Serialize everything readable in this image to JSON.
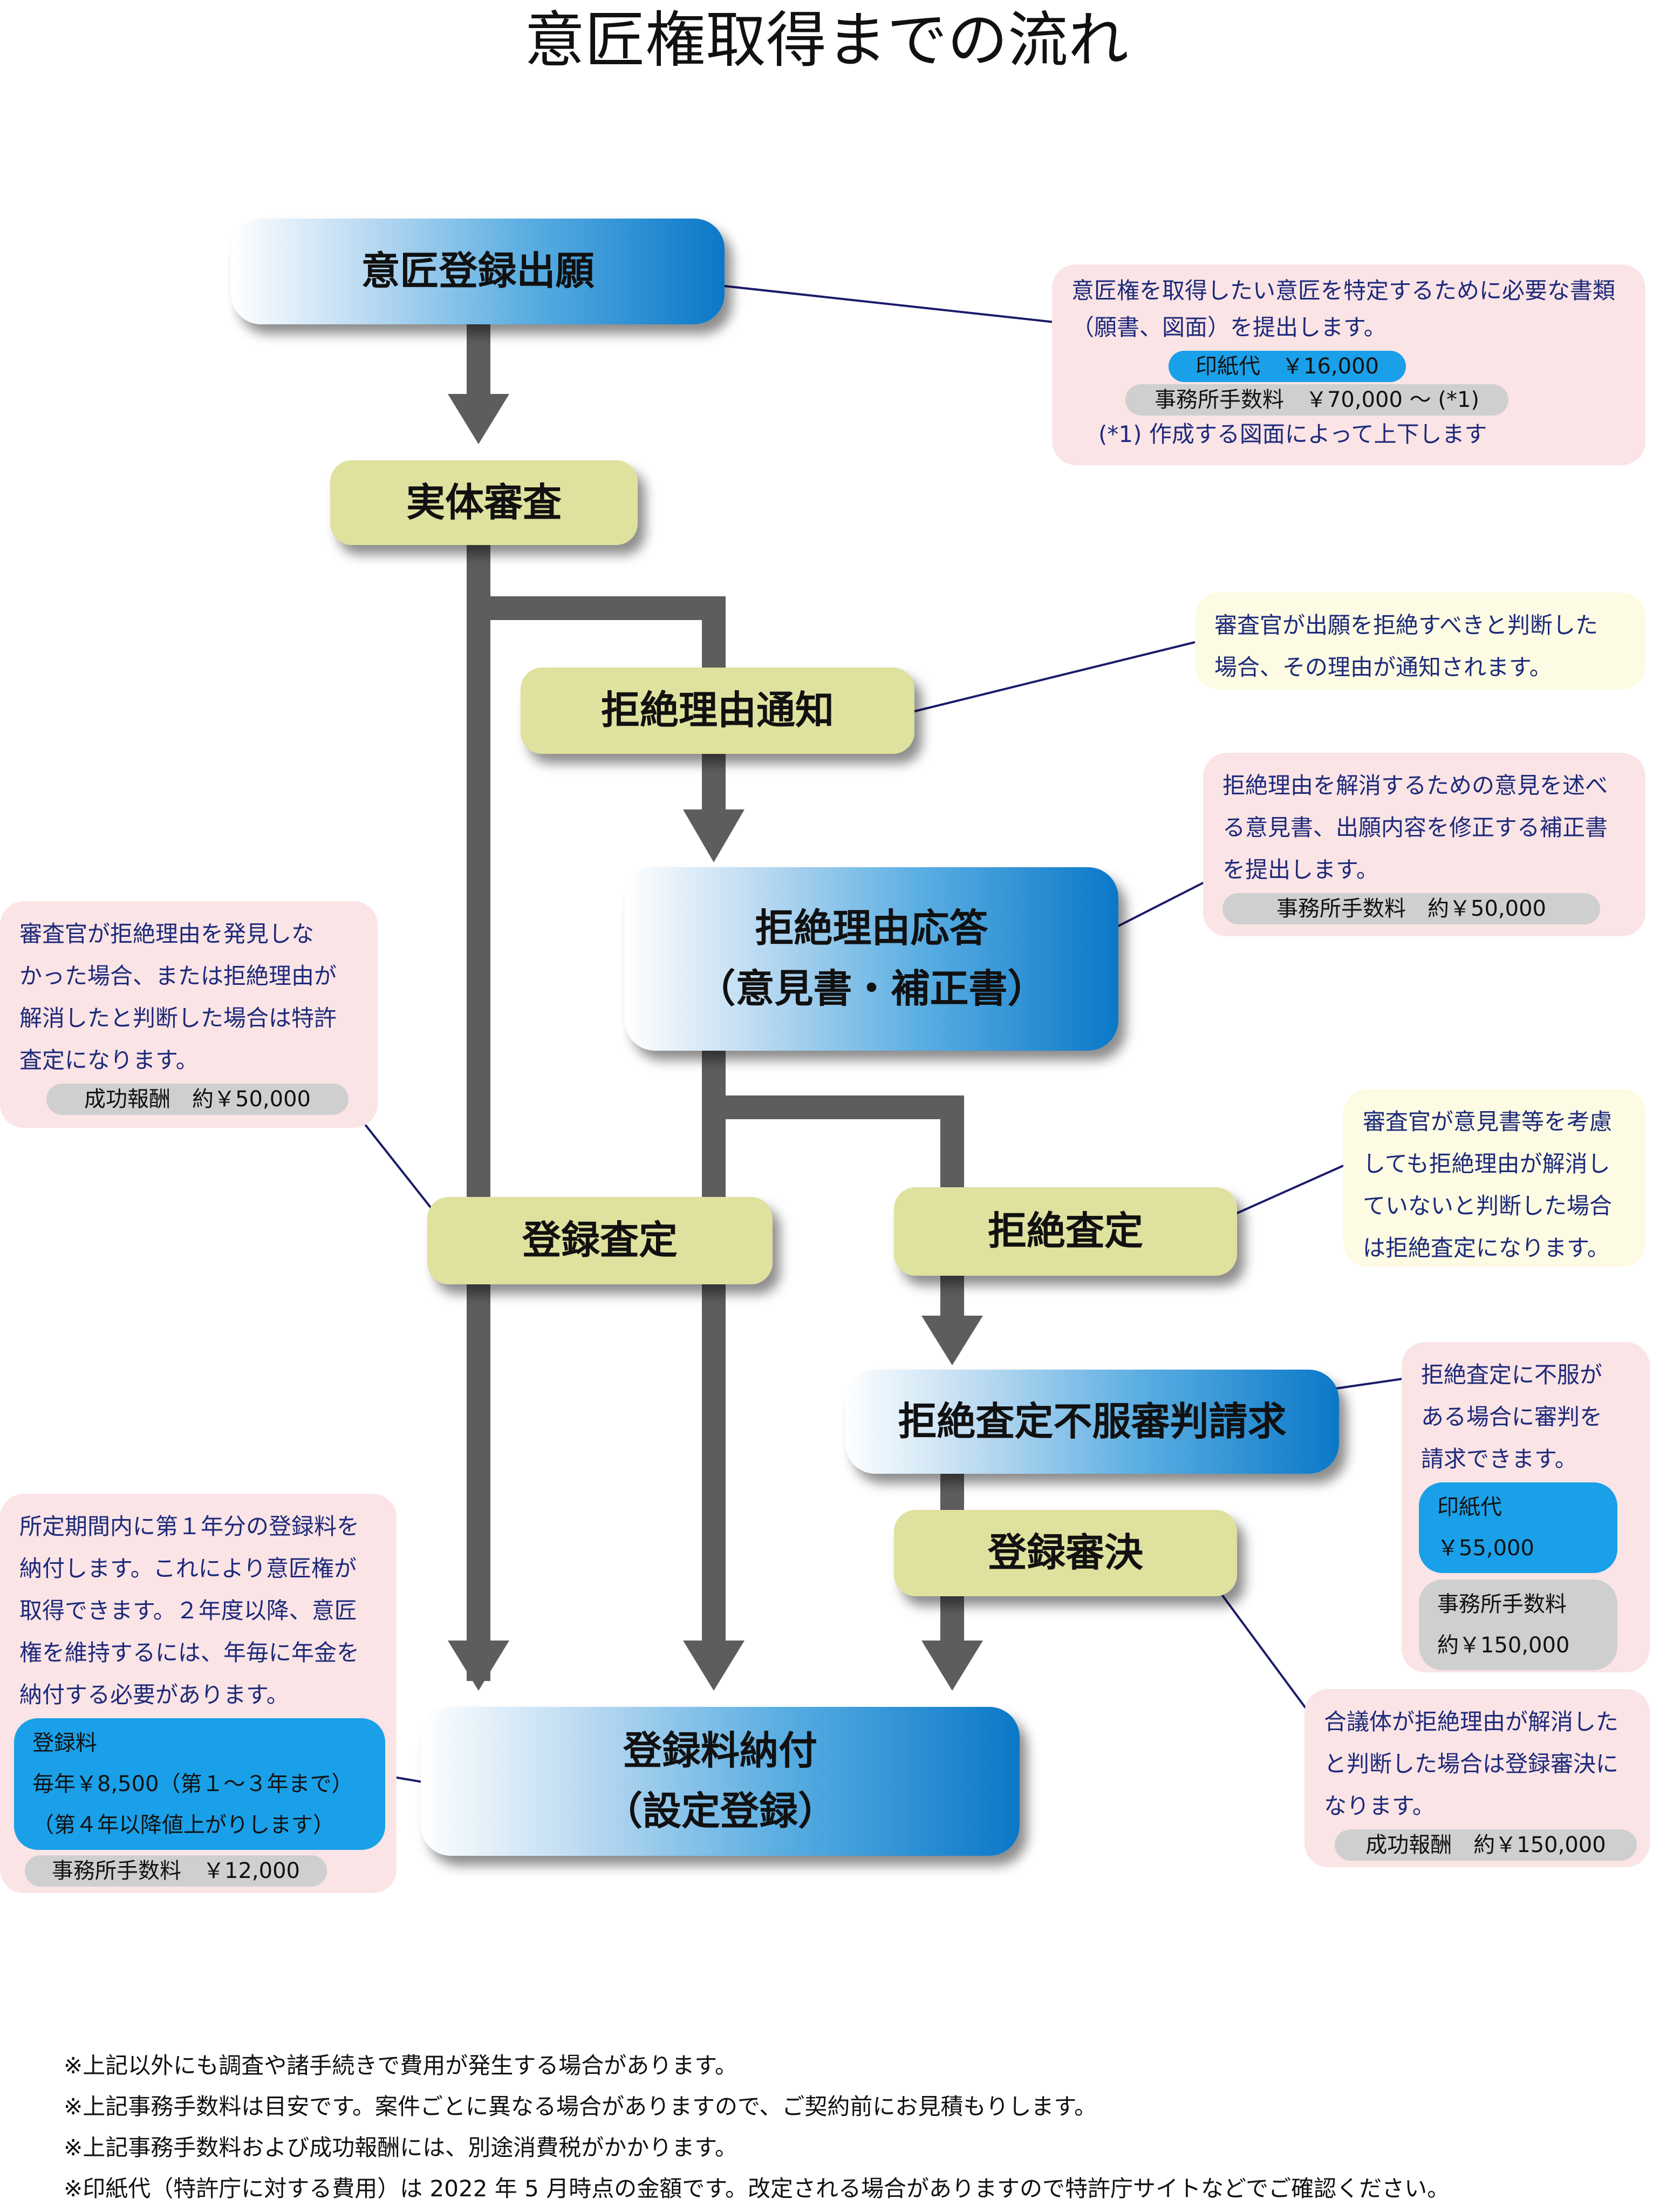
{
  "title": "意匠権取得までの流れ",
  "steps": {
    "application": "意匠登録出願",
    "examination": "実体審査",
    "rejection_notice": "拒絶理由通知",
    "response_1": "拒絶理由応答",
    "response_2": "（意見書・補正書）",
    "registration_decision": "登録査定",
    "rejection_decision": "拒絶査定",
    "appeal": "拒絶査定不服審判請求",
    "appeal_decision": "登録審決",
    "payment_1": "登録料納付",
    "payment_2": "（設定登録）"
  },
  "notes": {
    "application": {
      "lines": [
        "意匠権を取得したい意匠を特定するために必要な書類",
        "（願書、図面）を提出します。"
      ],
      "stamp_fee": "印紙代　￥16,000",
      "office_fee": "事務所手数料　￥70,000 ～ (*1)",
      "footnote": "(*1) 作成する図面によって上下します"
    },
    "rejection_notice": {
      "lines": [
        "審査官が出願を拒絶すべきと判断した",
        "場合、その理由が通知されます。"
      ]
    },
    "response": {
      "lines": [
        "拒絶理由を解消するための意見を述べ",
        "る意見書、出願内容を修正する補正書",
        "を提出します。"
      ],
      "office_fee": "事務所手数料　約￥50,000"
    },
    "registration_decision": {
      "lines": [
        "審査官が拒絶理由を発見しな",
        "かった場合、または拒絶理由が",
        "解消したと判断した場合は特許",
        "査定になります。"
      ],
      "success_fee": "成功報酬　約￥50,000"
    },
    "rejection_decision": {
      "lines": [
        "審査官が意見書等を考慮",
        "しても拒絶理由が解消し",
        "ていないと判断した場合",
        "は拒絶査定になります。"
      ]
    },
    "appeal": {
      "lines": [
        "拒絶査定に不服が",
        "ある場合に審判を",
        "請求できます。"
      ],
      "stamp_label": "印紙代",
      "stamp_value": "￥55,000",
      "office_label": "事務所手数料",
      "office_value": "約￥150,000"
    },
    "appeal_decision": {
      "lines": [
        "合議体が拒絶理由が解消した",
        "と判断した場合は登録審決に",
        "なります。"
      ],
      "success_fee": "成功報酬　約￥150,000"
    },
    "payment": {
      "lines": [
        "所定期間内に第１年分の登録料を",
        "納付します。これにより意匠権が",
        "取得できます。２年度以降、意匠",
        "権を維持するには、年毎に年金を",
        "納付する必要があります。"
      ],
      "fee_label": "登録料",
      "fee_line1": "毎年￥8,500（第１～３年まで）",
      "fee_line2": "（第４年以降値上がりします）",
      "office_fee": "事務所手数料　￥12,000"
    }
  },
  "footnotes": [
    "※上記以外にも調査や諸手続きで費用が発生する場合があります。",
    "※上記事務手数料は目安です。案件ごとに異なる場合がありますので、ご契約前にお見積もりします。",
    "※上記事務手数料および成功報酬には、別途消費税がかかります。",
    "※印紙代（特許庁に対する費用）は 2022 年 5 月時点の金額です。改定される場合がありますので特許庁サイトなどでご確認ください。"
  ],
  "colors": {
    "flow_arrow": "#5d5d5d",
    "leader_line": "#1b1b6b",
    "green_box": "#dfe19e",
    "blue_box_end": "#0a78c8",
    "note_pink": "#fbe4e6",
    "note_yellow": "#fdfbe3",
    "fee_blue": "#1aa0e8",
    "fee_gray": "#cfcfcf"
  }
}
